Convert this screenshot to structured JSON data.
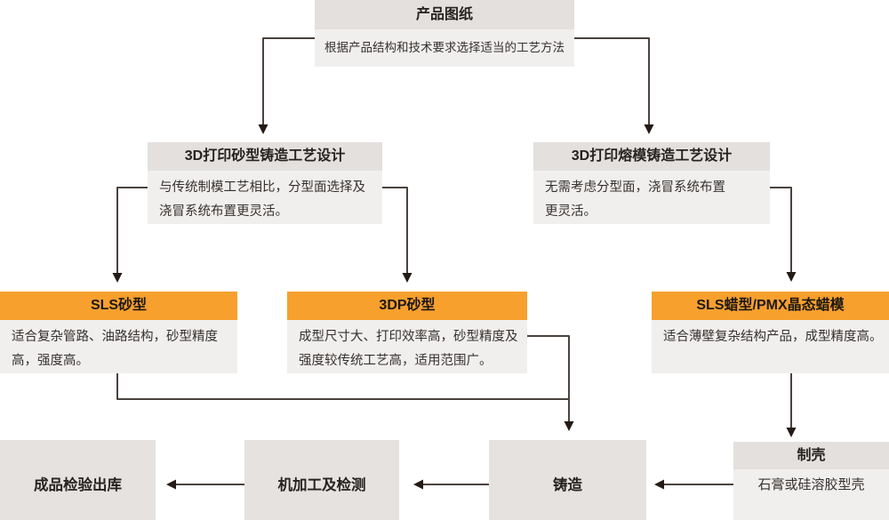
{
  "colors": {
    "accent": "#F7A02E",
    "header-gray": "#E3E0DE",
    "body-gray": "#F1EFEE",
    "plain-gray": "#E5E2E0",
    "line": "#4A423E",
    "arrow": "#241A16",
    "text-dark": "#262220",
    "text-body": "#35312E"
  },
  "flowchart": {
    "product_drawing": {
      "title": "产品图纸",
      "desc": "根据产品结构和技术要求选择适当的工艺方法"
    },
    "sand_design": {
      "title": "3D打印砂型铸造工艺设计",
      "lines": [
        "与传统制模工艺相比，分型面选择及",
        "浇冒系统布置更灵活。"
      ]
    },
    "invest_design": {
      "title": "3D打印熔模铸造工艺设计",
      "lines": [
        "无需考虑分型面，浇冒系统布置",
        "更灵活。"
      ]
    },
    "sls_sand": {
      "title": "SLS砂型",
      "lines": [
        "适合复杂管路、油路结构，砂型精度",
        "高，强度高。"
      ]
    },
    "threedp_sand": {
      "title": "3DP砂型",
      "lines": [
        "成型尺寸大、打印效率高，砂型精度及",
        "强度较传统工艺高，适用范围广。"
      ]
    },
    "sls_wax": {
      "title": "SLS蜡型/PMX晶态蜡模",
      "desc": "适合薄壁复杂结构产品，成型精度高。"
    },
    "shell": {
      "title": "制壳",
      "desc": "石膏或硅溶胶型壳"
    },
    "casting": {
      "label": "铸造"
    },
    "machining": {
      "label": "机加工及检测"
    },
    "inspection": {
      "label": "成品检验出库"
    }
  }
}
